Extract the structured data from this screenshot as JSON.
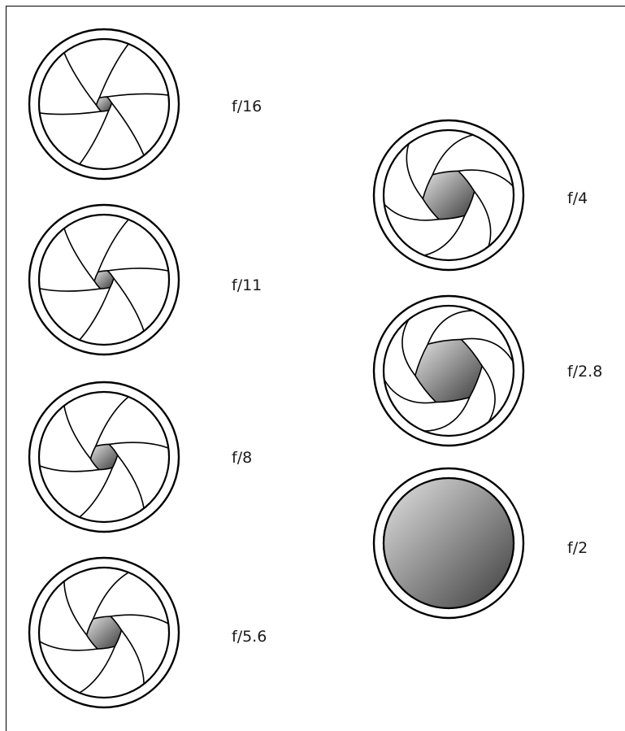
{
  "apertures": [
    {
      "label": "f/16",
      "opening": 0.12
    },
    {
      "label": "f/11",
      "opening": 0.15
    },
    {
      "label": "f/8",
      "opening": 0.21
    },
    {
      "label": "f/5.6",
      "opening": 0.27
    },
    {
      "label": "f/4",
      "opening": 0.4
    },
    {
      "label": "f/2.8",
      "opening": 0.52
    },
    {
      "label": "f/2",
      "opening": 1.0
    }
  ],
  "colors": {
    "line": "#000000",
    "gradient_light": "#e4e4e4",
    "gradient_dark": "#3c3c3c"
  }
}
